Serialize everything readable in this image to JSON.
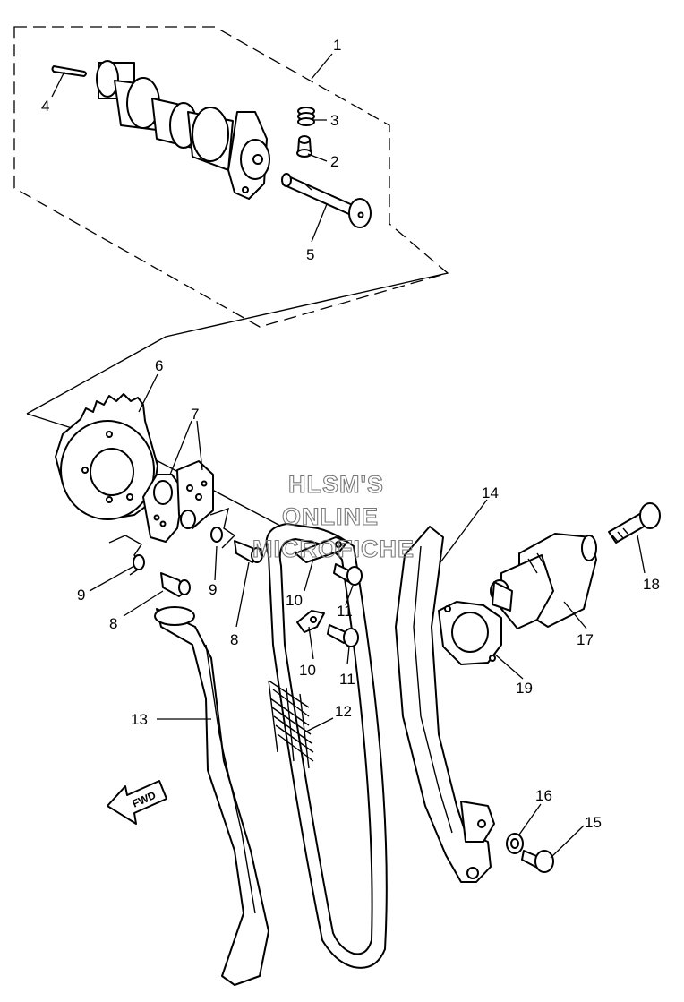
{
  "watermark": [
    "HLSM'S",
    "ONLINE",
    "MICROFICHE"
  ],
  "direction_label": "FWD",
  "callouts": {
    "c1": "1",
    "c2": "2",
    "c3": "3",
    "c4": "4",
    "c5": "5",
    "c6": "6",
    "c7": "7",
    "c8a": "8",
    "c8b": "8",
    "c9a": "9",
    "c9b": "9",
    "c10a": "10",
    "c10b": "10",
    "c11a": "11",
    "c11b": "11",
    "c12": "12",
    "c13": "13",
    "c14": "14",
    "c15": "15",
    "c16": "16",
    "c17": "17",
    "c18": "18",
    "c19": "19"
  }
}
